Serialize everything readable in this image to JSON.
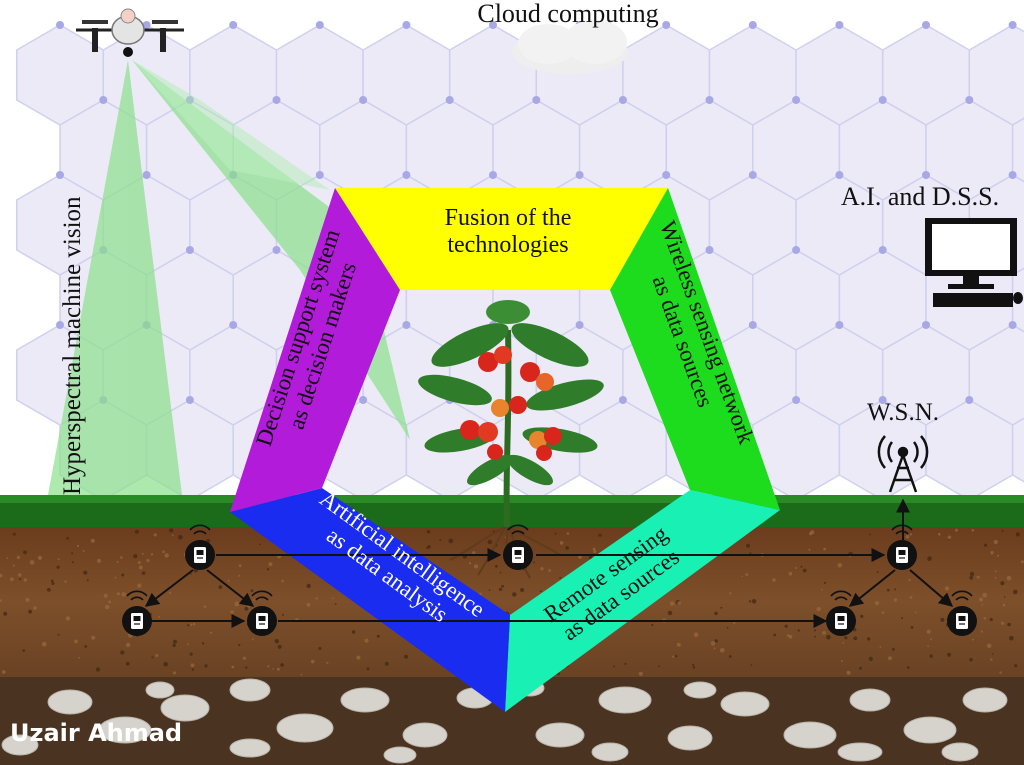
{
  "labels": {
    "cloud": "Cloud computing",
    "ai_dss": "A.I. and D.S.S.",
    "wsn": "W.S.N.",
    "hyperspectral": "Hyperspectral machine vision",
    "credit": "Uzair Ahmad"
  },
  "pentagon": {
    "top": [
      "Fusion of the",
      "technologies"
    ],
    "right": [
      "Wireless sensing network",
      "as data sources"
    ],
    "bottom_right": [
      "Remote sensing",
      "as data sources"
    ],
    "bottom_left": [
      "Artificial intelligence",
      "as data analysis"
    ],
    "left": [
      "Decision support system",
      "as decision makers"
    ]
  },
  "colors": {
    "top": "#ffff00",
    "right": "#1ddc1d",
    "bottom_right": "#19f0b4",
    "bottom_left": "#1a2cf0",
    "left": "#b11bd9",
    "grass": "#1c6b1a",
    "soil": "#7a4a25",
    "rock_layer": "#4a3320",
    "hexagon": "#cfd0ee",
    "beam": "#8be08b"
  }
}
